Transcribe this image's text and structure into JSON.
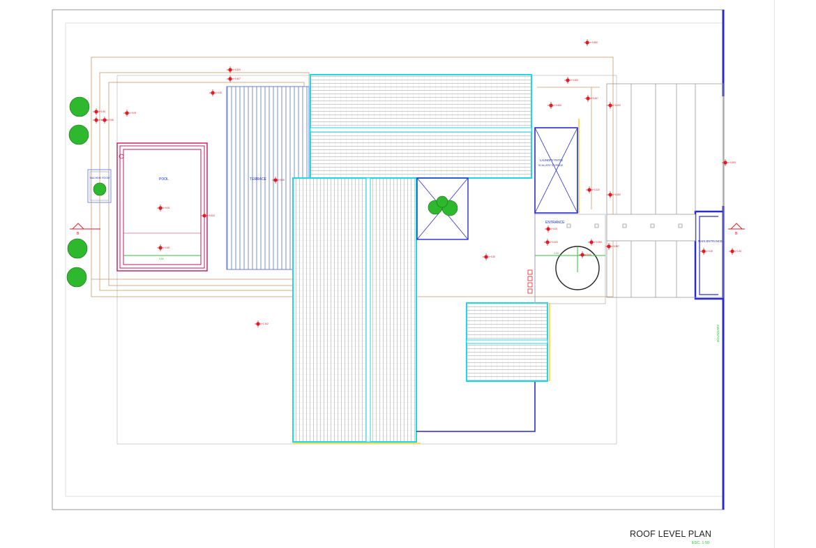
{
  "drawing": {
    "title": "ROOF LEVEL PLAN",
    "scale": "ESC. 1:50"
  },
  "labels": {
    "pool": "POOL",
    "terrace": "TERRACE",
    "machine_room": "MACHINE ROOM",
    "laundry_patio": "LAUNDRY PATIO",
    "storage": "SCULLERY STORAGE",
    "entrance": "ENTRANCE",
    "main_entrance": "MAIN ENTRANCE",
    "boundary": "BOUNDARY",
    "section_mark": "B",
    "dim_pool": "3.50",
    "dim_circle": "3.00"
  },
  "levels": [
    "+0.550",
    "+0.320",
    "+0.407",
    "+0.30",
    "+0.40",
    "+0.09",
    "+0.50",
    "+0.320",
    "+0.05",
    "+0.45",
    "+0.520",
    "+0.30",
    "+0.320",
    "+0.550",
    "+0.407",
    "+0.200",
    "+0.320",
    "+0.350",
    "+0.00",
    "+0.320",
    "+0.350",
    "+0.367",
    "+0.00",
    "+0.300",
    "+0.30",
    "+0.30",
    "+1.342",
    "+0.30"
  ],
  "colors": {
    "roof": "#1ed8e6",
    "wall": "#2a2ad2",
    "pool": "#c2185b",
    "deck": "#6a7fd8",
    "level": "#e01b24",
    "tree": "#2db82d",
    "frame": "#9a9a9a",
    "wood": "#c89a6a"
  },
  "icons": [
    "tree-icon",
    "level-marker-icon",
    "section-marker-icon"
  ]
}
